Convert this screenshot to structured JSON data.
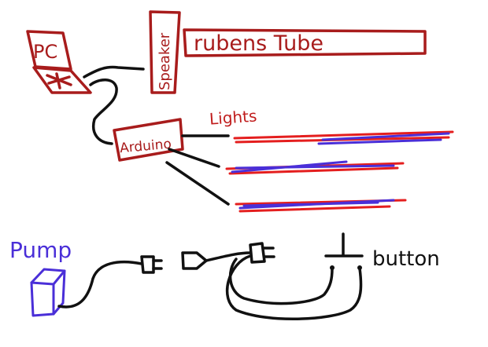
{
  "labels": {
    "pc": "PC",
    "speaker": "Speaker",
    "rubens_tube": "rubens Tube",
    "arduino": "Arduino",
    "lights": "Lights",
    "pump": "Pump",
    "button": "button"
  },
  "colors": {
    "component_outline": "#a81c1c",
    "light_red": "#e41e1e",
    "light_blue": "#4a2fd8",
    "pump": "#4a2fd8",
    "wire": "#111111"
  }
}
